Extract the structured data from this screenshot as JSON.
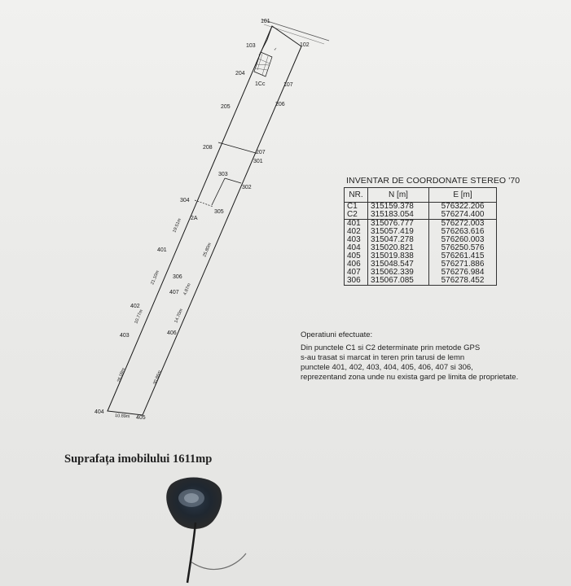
{
  "plan": {
    "points": {
      "p101": "101",
      "p102": "102",
      "p103": "103",
      "p204": "204",
      "p107": "107",
      "p205": "205",
      "p206": "206",
      "p208": "208",
      "p207": "207",
      "p301": "301",
      "p303": "303",
      "p302": "302",
      "p304": "304",
      "p305": "305",
      "p401": "401",
      "p306": "306",
      "p407": "407",
      "p402": "402",
      "p403": "403",
      "p406": "406",
      "p404": "404",
      "p405": "405"
    },
    "parcels": {
      "p1cc": "1Cc",
      "p2a": "2A"
    },
    "dimensions": {
      "d1": "19.51m",
      "d2": "21.10m",
      "d3": "10.77m",
      "d4": "26.09m",
      "d5": "25.80m",
      "d6": "4.87m",
      "d7": "14.70m",
      "d8": "30.86m",
      "d9": "10.89m"
    }
  },
  "inventory": {
    "title": "INVENTAR DE COORDONATE STEREO '70",
    "headers": {
      "nr": "NR.",
      "n": "N [m]",
      "e": "E [m]"
    },
    "rows": [
      {
        "nr": "C1",
        "n": "315159.378",
        "e": "576322.206"
      },
      {
        "nr": "C2",
        "n": "315183.054",
        "e": "576274.400"
      },
      {
        "nr": "401",
        "n": "315076.777",
        "e": "576272.003"
      },
      {
        "nr": "402",
        "n": "315057.419",
        "e": "576263.616"
      },
      {
        "nr": "403",
        "n": "315047.278",
        "e": "576260.003"
      },
      {
        "nr": "404",
        "n": "315020.821",
        "e": "576250.576"
      },
      {
        "nr": "405",
        "n": "315019.838",
        "e": "576261.415"
      },
      {
        "nr": "406",
        "n": "315048.547",
        "e": "576271.886"
      },
      {
        "nr": "407",
        "n": "315062.339",
        "e": "576276.984"
      },
      {
        "nr": "306",
        "n": "315067.085",
        "e": "576278.452"
      }
    ]
  },
  "operations": {
    "title": "Operatiuni efectuate:",
    "lines": [
      "Din punctele C1 si C2 determinate prin metode GPS",
      "s-au trasat si marcat in teren prin tarusi de lemn",
      "punctele 401, 402, 403, 404, 405, 406, 407 si 306,",
      "reprezentand zona unde nu exista gard pe limita de proprietate."
    ]
  },
  "surface": "Suprafața imobilului 1611mp"
}
